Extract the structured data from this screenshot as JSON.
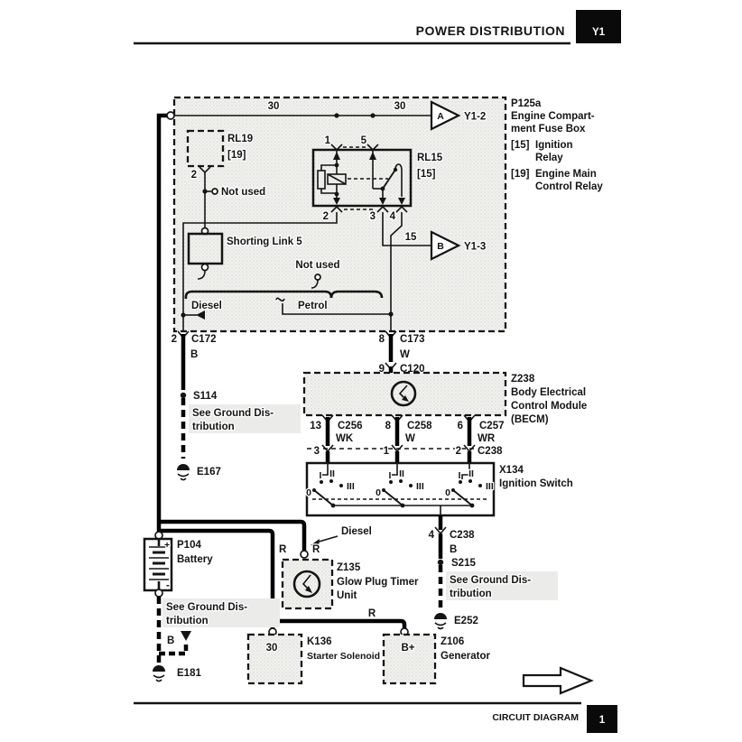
{
  "header": {
    "title": "POWER DISTRIBUTION",
    "page_code": "Y1"
  },
  "footer": {
    "label": "CIRCUIT DIAGRAM",
    "page_number": "1"
  },
  "fusebox": {
    "id": "P125a",
    "name_line1": "Engine Compart-",
    "name_line2": "ment Fuse Box",
    "rl15_ref": "[15]",
    "rl15_line1": "Ignition",
    "rl15_line2": "Relay",
    "rl19_ref": "[19]",
    "rl19_line1": "Engine Main",
    "rl19_line2": "Control Relay"
  },
  "feed": {
    "w30_left": "30",
    "w30_right": "30"
  },
  "arrow_a": {
    "letter": "A",
    "dest": "Y1-2"
  },
  "arrow_b": {
    "letter": "B",
    "dest": "Y1-3",
    "wire": "15"
  },
  "rl19": {
    "id": "RL19",
    "ref": "[19]",
    "pin": "2",
    "not_used": "Not used"
  },
  "rl15": {
    "id": "RL15",
    "ref": "[15]",
    "pin1": "1",
    "pin5": "5",
    "pin2": "2",
    "pin3": "3",
    "pin4": "4"
  },
  "shorting_link": {
    "label": "Shorting Link 5"
  },
  "selector": {
    "not_used": "Not used",
    "diesel": "Diesel",
    "petrol": "Petrol"
  },
  "c172": {
    "pin": "2",
    "name": "C172",
    "wire": "B"
  },
  "s114": {
    "id": "S114",
    "see_line1": "See Ground Dis-",
    "see_line2": "tribution",
    "ground": "E167"
  },
  "c173": {
    "pin": "8",
    "name": "C173",
    "wire": "W"
  },
  "c120": {
    "pin": "9",
    "name": "C120"
  },
  "becm": {
    "id": "Z238",
    "line1": "Body Electrical",
    "line2": "Control Module",
    "line3": "(BECM)"
  },
  "c256": {
    "pin": "13",
    "name": "C256",
    "wire": "WK",
    "pin2": "3"
  },
  "c258": {
    "pin": "8",
    "name": "C258",
    "wire": "W",
    "pin2": "1"
  },
  "c257": {
    "pin": "6",
    "name": "C257",
    "wire": "WR",
    "pin2": "2"
  },
  "c238_top": {
    "name": "C238"
  },
  "ignition": {
    "id": "X134",
    "label": "Ignition Switch",
    "pos_0": "0",
    "pos_1": "I",
    "pos_2": "II",
    "pos_3": "III"
  },
  "c238_bottom": {
    "pin": "4",
    "name": "C238",
    "wire": "B"
  },
  "s215": {
    "id": "S215",
    "see_line1": "See Ground Dis-",
    "see_line2": "tribution",
    "ground": "E252"
  },
  "battery": {
    "id": "P104",
    "name": "Battery",
    "plus": "+",
    "minus": "-",
    "see_line1": "See Ground Dis-",
    "see_line2": "tribution",
    "wire": "B",
    "ground": "E181"
  },
  "glow_plug": {
    "id": "Z135",
    "line1": "Glow Plug Timer",
    "line2": "Unit",
    "note": "Diesel",
    "wire_left": "R",
    "wire_right": "R"
  },
  "starter": {
    "id": "K136",
    "name": "Starter Solenoid",
    "terminal": "30",
    "wire": "R"
  },
  "generator": {
    "id": "Z106",
    "name": "Generator",
    "terminal": "B+"
  }
}
